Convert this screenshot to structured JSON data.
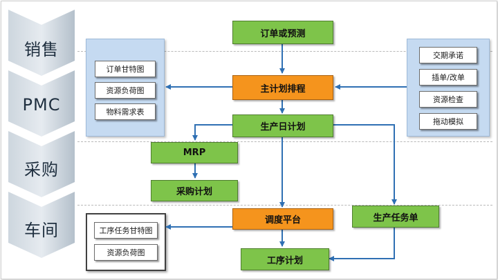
{
  "lanes": [
    "销售",
    "PMC",
    "采购",
    "车间"
  ],
  "left_panel_items": [
    "订单甘特图",
    "资源负荷图",
    "物料需求表"
  ],
  "right_panel_items": [
    "交期承诺",
    "插单/改单",
    "资源检查",
    "拖动模拟"
  ],
  "workshop_panel_items": [
    "工序任务甘特图",
    "资源负荷图"
  ],
  "nodes": {
    "order": "订单或预测",
    "master_plan": "主计划排程",
    "daily_plan": "生产日计划",
    "mrp": "MRP",
    "purchase_plan": "采购计划",
    "dispatch": "调度平台",
    "task_sheet": "生产任务单",
    "process_plan": "工序计划"
  },
  "colors": {
    "node_green": "#7ec44a",
    "node_orange": "#f5941d",
    "panel_blue": "#c5daf1",
    "chevron": "#bcc7d1",
    "arrow": "#2e6fb3"
  }
}
